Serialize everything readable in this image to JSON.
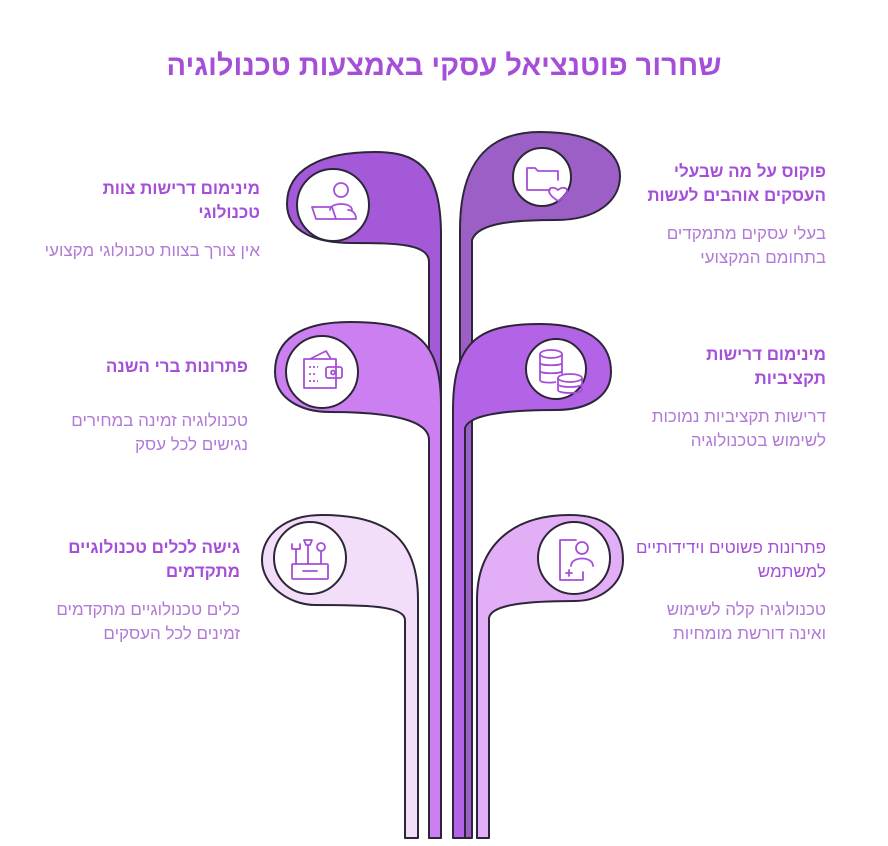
{
  "title": "שחרור פוטנציאל עסקי באמצעות טכנולוגיה",
  "colors": {
    "outline": "#2d2638",
    "accent": "#a54fd9",
    "heading": "#a54fd9",
    "body": "#b179d8"
  },
  "items": [
    {
      "heading": "פוקוס על מה שבעלי העסקים אוהבים לעשות",
      "description": "בעלי עסקים מתמקדים בתחומם המקצועי",
      "icon": "folder-heart-icon",
      "color": "#9b5fc6"
    },
    {
      "heading": "מינימום דרישות צוות טכנולוגי",
      "description": "אין צורך בצוות טכנולוגי מקצועי",
      "icon": "user-laptop-icon",
      "color": "#a45ad8"
    },
    {
      "heading": "מינימום דרישות תקציביות",
      "description": "דרישות תקציביות נמוכות לשימוש בטכנולוגיה",
      "icon": "coins-icon",
      "color": "#b263e6"
    },
    {
      "heading": "פתרונות ברי השנה",
      "description": "טכנולוגיה זמינה במחירים נגישים לכל עסק",
      "icon": "wallet-icon",
      "color": "#cb7ff0"
    },
    {
      "heading": "פתרונות פשוטים וידידותיים למשתמש",
      "description": "טכנולוגיה קלה לשימוש ואינה דורשת מומחיות",
      "icon": "user-device-icon",
      "color": "#e2aef5"
    },
    {
      "heading": "גישה לכלים טכנולוגיים מתקדמים",
      "description": "כלים טכנולוגיים מתקדמים זמינים לכל העסקים",
      "icon": "tools-icon",
      "color": "#f3def9"
    }
  ]
}
